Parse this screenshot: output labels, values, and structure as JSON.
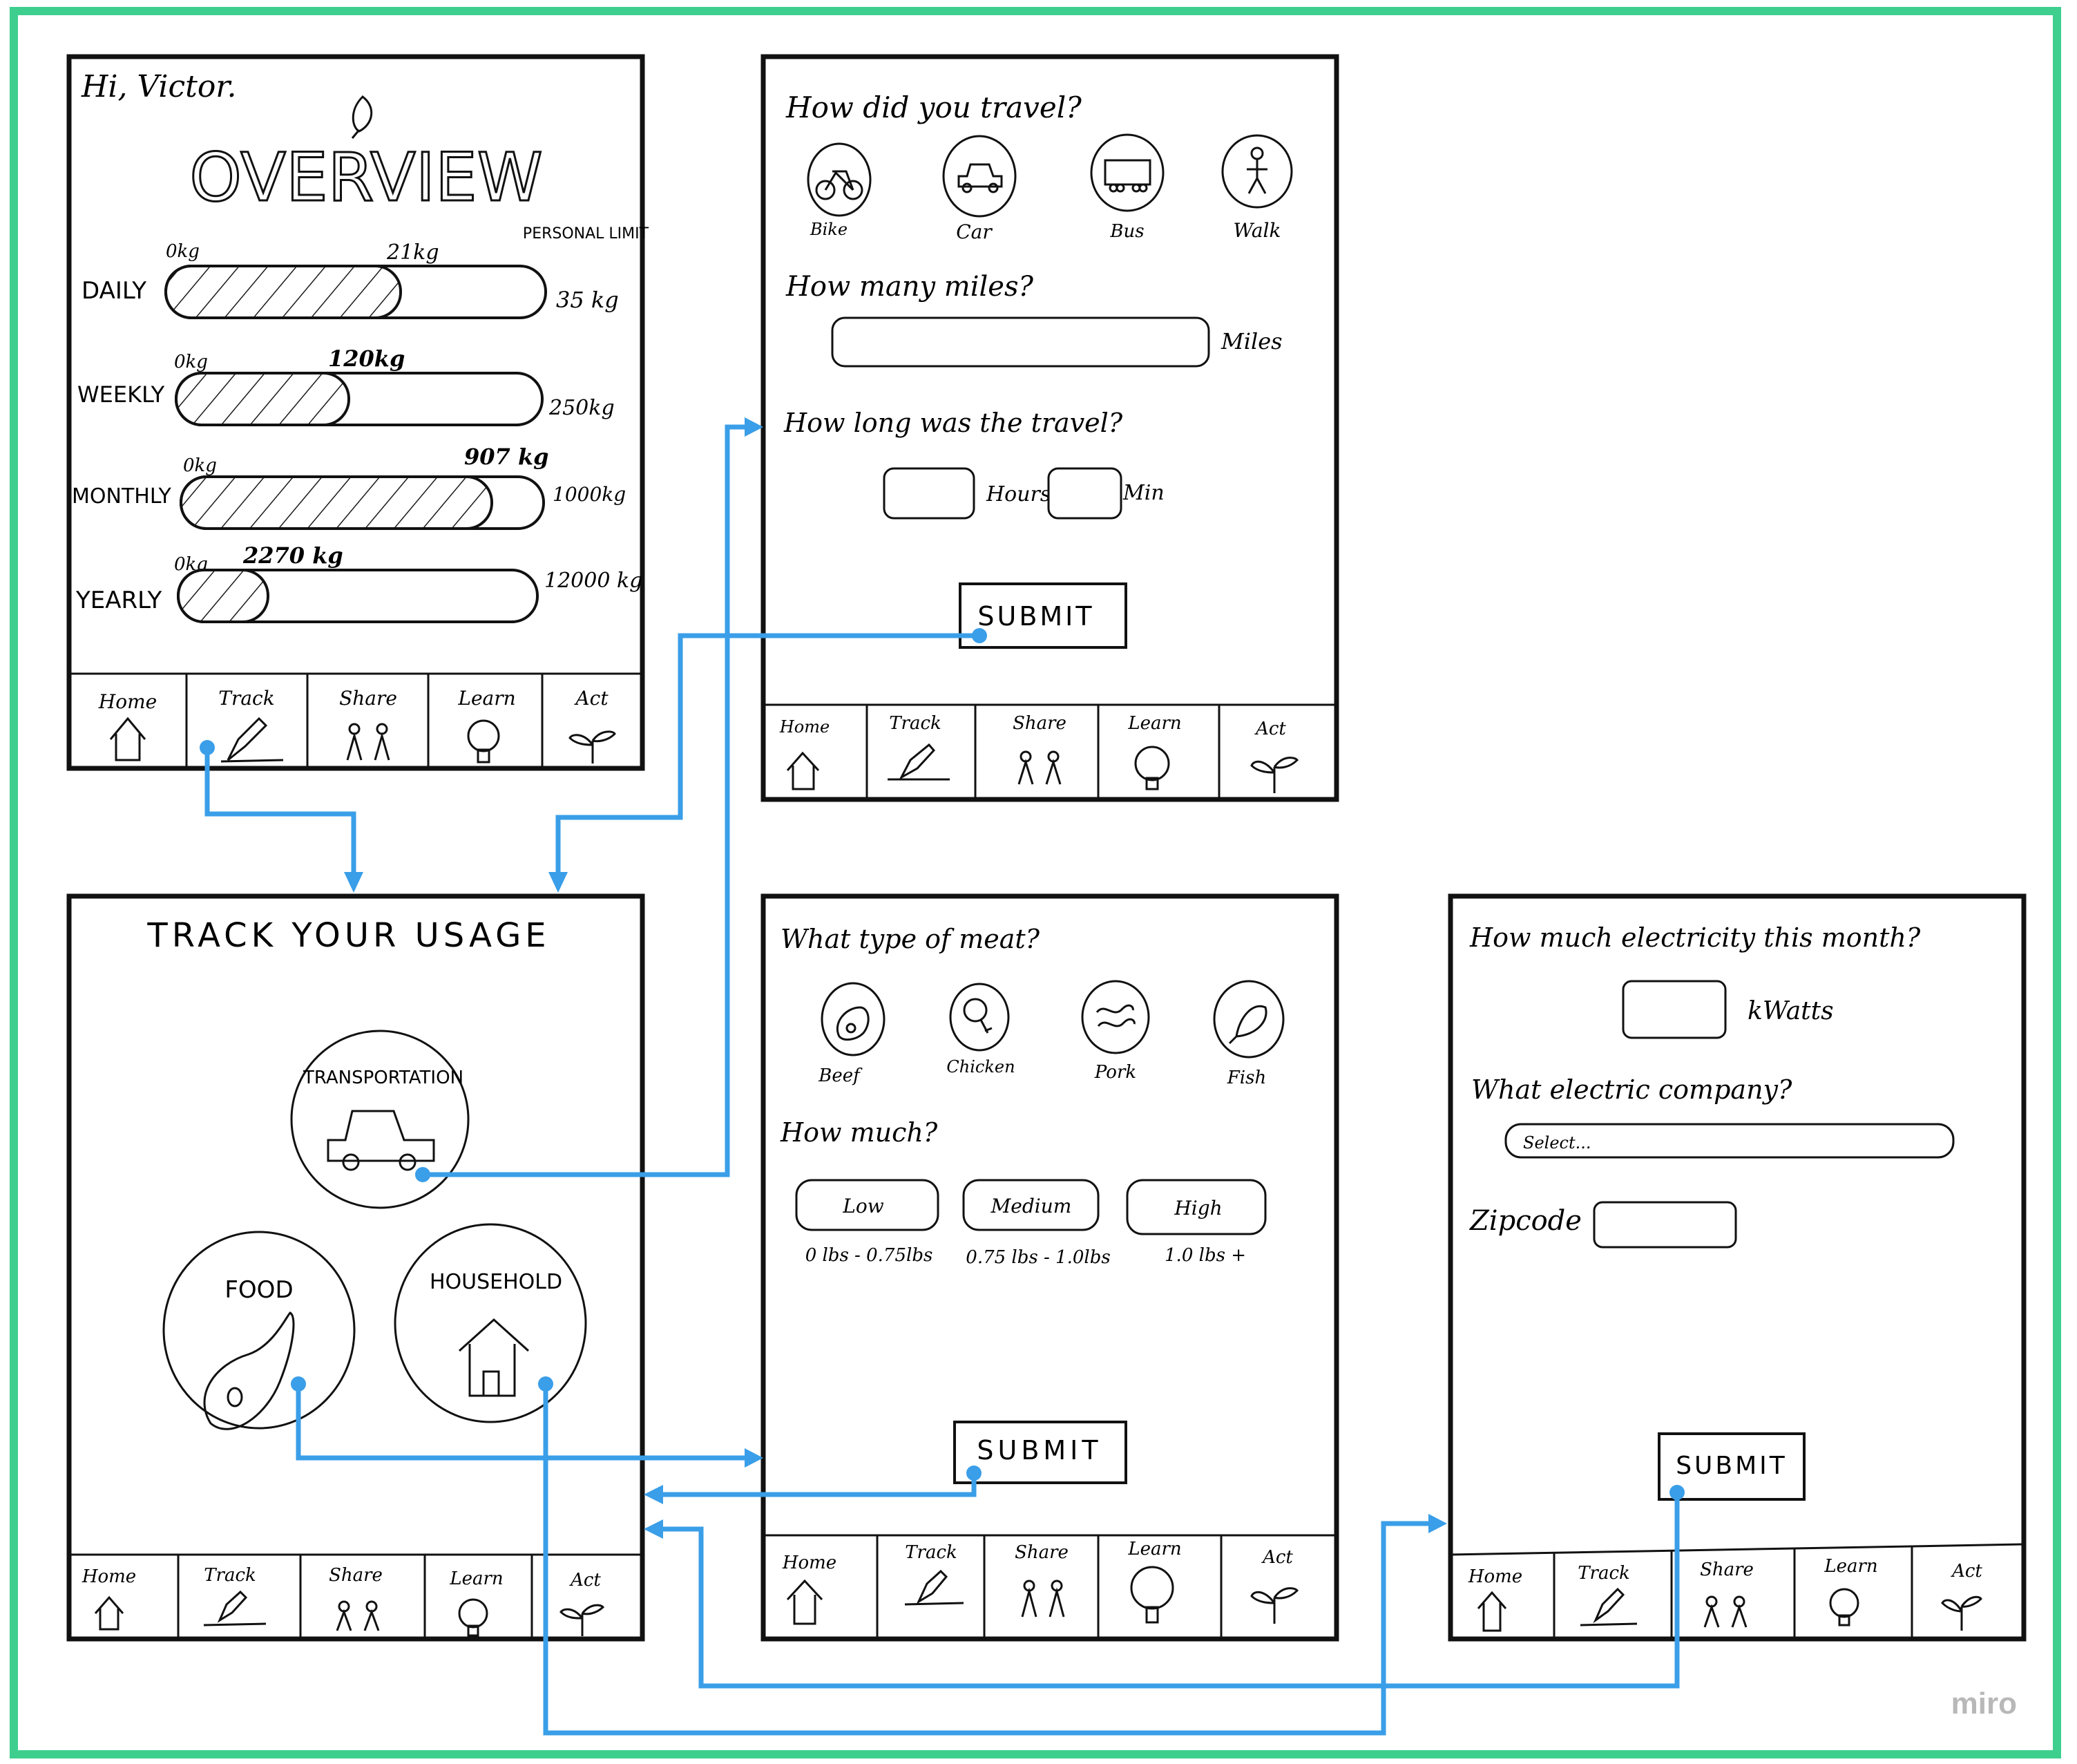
{
  "brand": {
    "watermark": "miro"
  },
  "colors": {
    "border": "#3ecf8e",
    "arrow": "#3a9ee8",
    "ink": "#1a1a1a"
  },
  "nav": {
    "home": "Home",
    "track": "Track",
    "share": "Share",
    "learn": "Learn",
    "act": "Act"
  },
  "overview": {
    "greeting": "Hi, Victor.",
    "title": "OVERVIEW",
    "limit_header": "PERSONAL LIMIT",
    "rows": [
      {
        "label": "DAILY",
        "start": "0kg",
        "current": "21kg",
        "current_value": 21,
        "limit": "35 kg",
        "limit_value": 35
      },
      {
        "label": "WEEKLY",
        "start": "0kg",
        "current": "120kg",
        "current_value": 120,
        "limit": "250kg",
        "limit_value": 250
      },
      {
        "label": "MONTHLY",
        "start": "0kg",
        "current": "907 kg",
        "current_value": 907,
        "limit": "1000kg",
        "limit_value": 1000
      },
      {
        "label": "YEARLY",
        "start": "0kg",
        "current": "2270 kg",
        "current_value": 2270,
        "limit": "12000 kg",
        "limit_value": 12000
      }
    ]
  },
  "travel": {
    "question": "How did you travel?",
    "modes": [
      {
        "label": "Bike",
        "icon": "bike-icon"
      },
      {
        "label": "Car",
        "icon": "car-icon"
      },
      {
        "label": "Bus",
        "icon": "bus-icon"
      },
      {
        "label": "Walk",
        "icon": "walk-icon"
      }
    ],
    "miles_question": "How many miles?",
    "miles_unit": "Miles",
    "duration_question": "How long was the travel?",
    "hours_unit": "Hours",
    "min_unit": "Min",
    "submit": "SUBMIT"
  },
  "track": {
    "title": "TRACK YOUR USAGE",
    "transportation": "TRANSPORTATION",
    "food": "FOOD",
    "household": "HOUSEHOLD"
  },
  "meat": {
    "question": "What type of meat?",
    "types": [
      {
        "label": "Beef",
        "icon": "beef-icon"
      },
      {
        "label": "Chicken",
        "icon": "chicken-icon"
      },
      {
        "label": "Pork",
        "icon": "pork-icon"
      },
      {
        "label": "Fish",
        "icon": "fish-icon"
      }
    ],
    "amount_question": "How much?",
    "amounts": [
      {
        "label": "Low",
        "range": "0 lbs - 0.75lbs"
      },
      {
        "label": "Medium",
        "range": "0.75 lbs - 1.0lbs"
      },
      {
        "label": "High",
        "range": "1.0 lbs +"
      }
    ],
    "submit": "SUBMIT"
  },
  "electricity": {
    "question": "How much electricity this month?",
    "unit": "kWatts",
    "company_question": "What electric company?",
    "select_placeholder": "Select...",
    "zip_label": "Zipcode",
    "submit": "SUBMIT"
  }
}
